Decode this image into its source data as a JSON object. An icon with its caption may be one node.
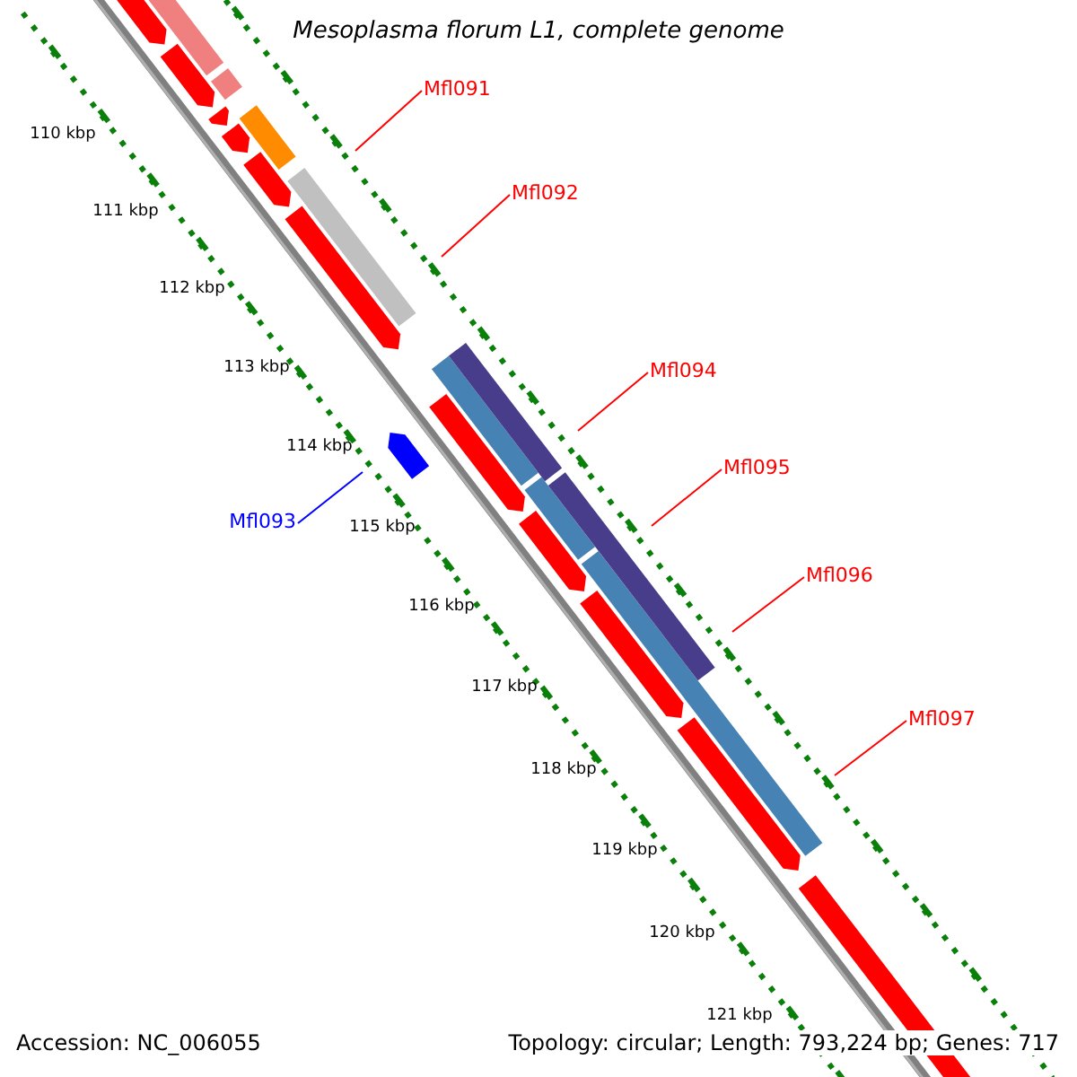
{
  "diagram": {
    "title": "Mesoplasma florum L1, complete genome",
    "nodes": [
      {
        "text": [
          "Mfl091"
        ]
      },
      {
        "text": [
          "Mfl092"
        ]
      },
      {
        "text": [
          "Mfl094"
        ]
      },
      {
        "text": [
          "Mfl095"
        ]
      },
      {
        "text": [
          "Mfl093"
        ]
      },
      {
        "text": [
          "Mfl096"
        ]
      },
      {
        "text": [
          "Mfl097"
        ]
      }
    ],
    "edges": [
      {
        "from": 0,
        "to": null,
        "arrow": "none"
      },
      {
        "from": 1,
        "to": null,
        "arrow": "none"
      },
      {
        "from": 2,
        "to": null,
        "arrow": "none"
      },
      {
        "from": 3,
        "to": null,
        "arrow": "none"
      },
      {
        "from": 4,
        "to": null,
        "arrow": "none",
        "color": "#0000ff"
      },
      {
        "from": 5,
        "to": null,
        "arrow": "none"
      },
      {
        "from": 6,
        "to": null,
        "arrow": "none"
      }
    ],
    "labels": [
      "110 kbp",
      "111 kbp",
      "112 kbp",
      "113 kbp",
      "114 kbp",
      "115 kbp",
      "116 kbp",
      "117 kbp",
      "118 kbp",
      "119 kbp",
      "120 kbp",
      "121 kbp",
      "Accession: NC_006055",
      "Topology: circular; Length: 793,224 bp; Genes: 717"
    ]
  }
}
